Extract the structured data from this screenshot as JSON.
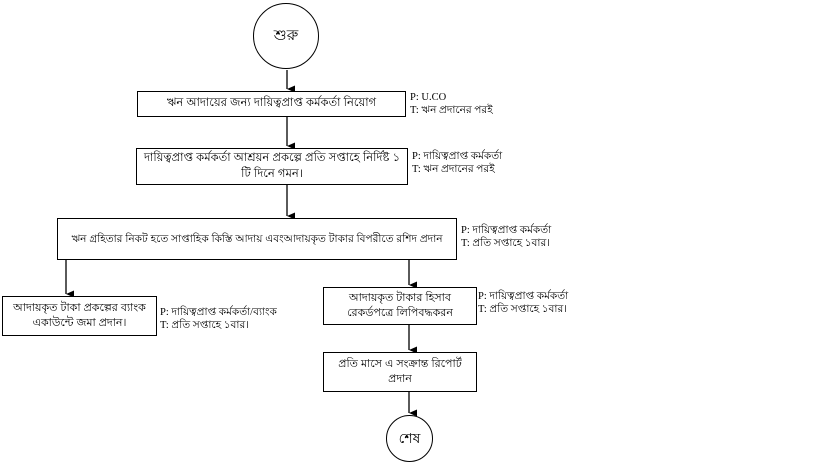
{
  "flow": {
    "title": "Loan recovery process flowchart",
    "colors": {
      "stroke": "#000000",
      "background": "#ffffff",
      "text": "#000000"
    },
    "start": {
      "label": "শুরু"
    },
    "end": {
      "label": "শেষ"
    },
    "steps": {
      "appoint": {
        "label": "ঋন আদায়ের জন্য দায়িত্বপ্রাপ্ত কর্মকর্তা নিয়োগ",
        "p": "P: U.CO",
        "t": "T: ঋন প্রদানের পরই"
      },
      "visit": {
        "label": "দায়িত্বপ্রাপ্ত কর্মকর্তা আশ্রয়ন প্রকল্পে প্রতি সপ্তাহে নির্দিষ্ট ১ টি দিনে গমন।",
        "p": "P: দায়িত্বপ্রাপ্ত কর্মকর্তা",
        "t": "T: ঋন প্রদানের পরই"
      },
      "collect": {
        "label": "ঋন গ্রহিতার নিকট হতে সাপ্তাহিক কিস্তি আদায় এবংআদায়কৃত টাকার বিপরীতে রশিদ প্রদান",
        "p": "P: দায়িত্বপ্রাপ্ত কর্মকর্তা",
        "t": "T: প্রতি সপ্তাহে ১বার।"
      },
      "deposit": {
        "label": "আদায়কৃত টাকা প্রকল্পের ব্যাংক একাউন্টে জমা প্রদান।",
        "p": "P: দায়িত্বপ্রাপ্ত কর্মকর্তা/ব্যাংক",
        "t": "T: প্রতি সপ্তাহে ১বার।"
      },
      "record": {
        "label": "আদায়কৃত টাকার হিসাব রেকর্ডপত্রে লিপিবদ্ধকরন",
        "p": "P: দায়িত্বপ্রাপ্ত কর্মকর্তা",
        "t": "T: প্রতি সপ্তাহে ১বার।"
      },
      "report": {
        "label": "প্রতি মাসে এ সংক্রান্ত রিপোর্ট প্রদান"
      }
    }
  }
}
